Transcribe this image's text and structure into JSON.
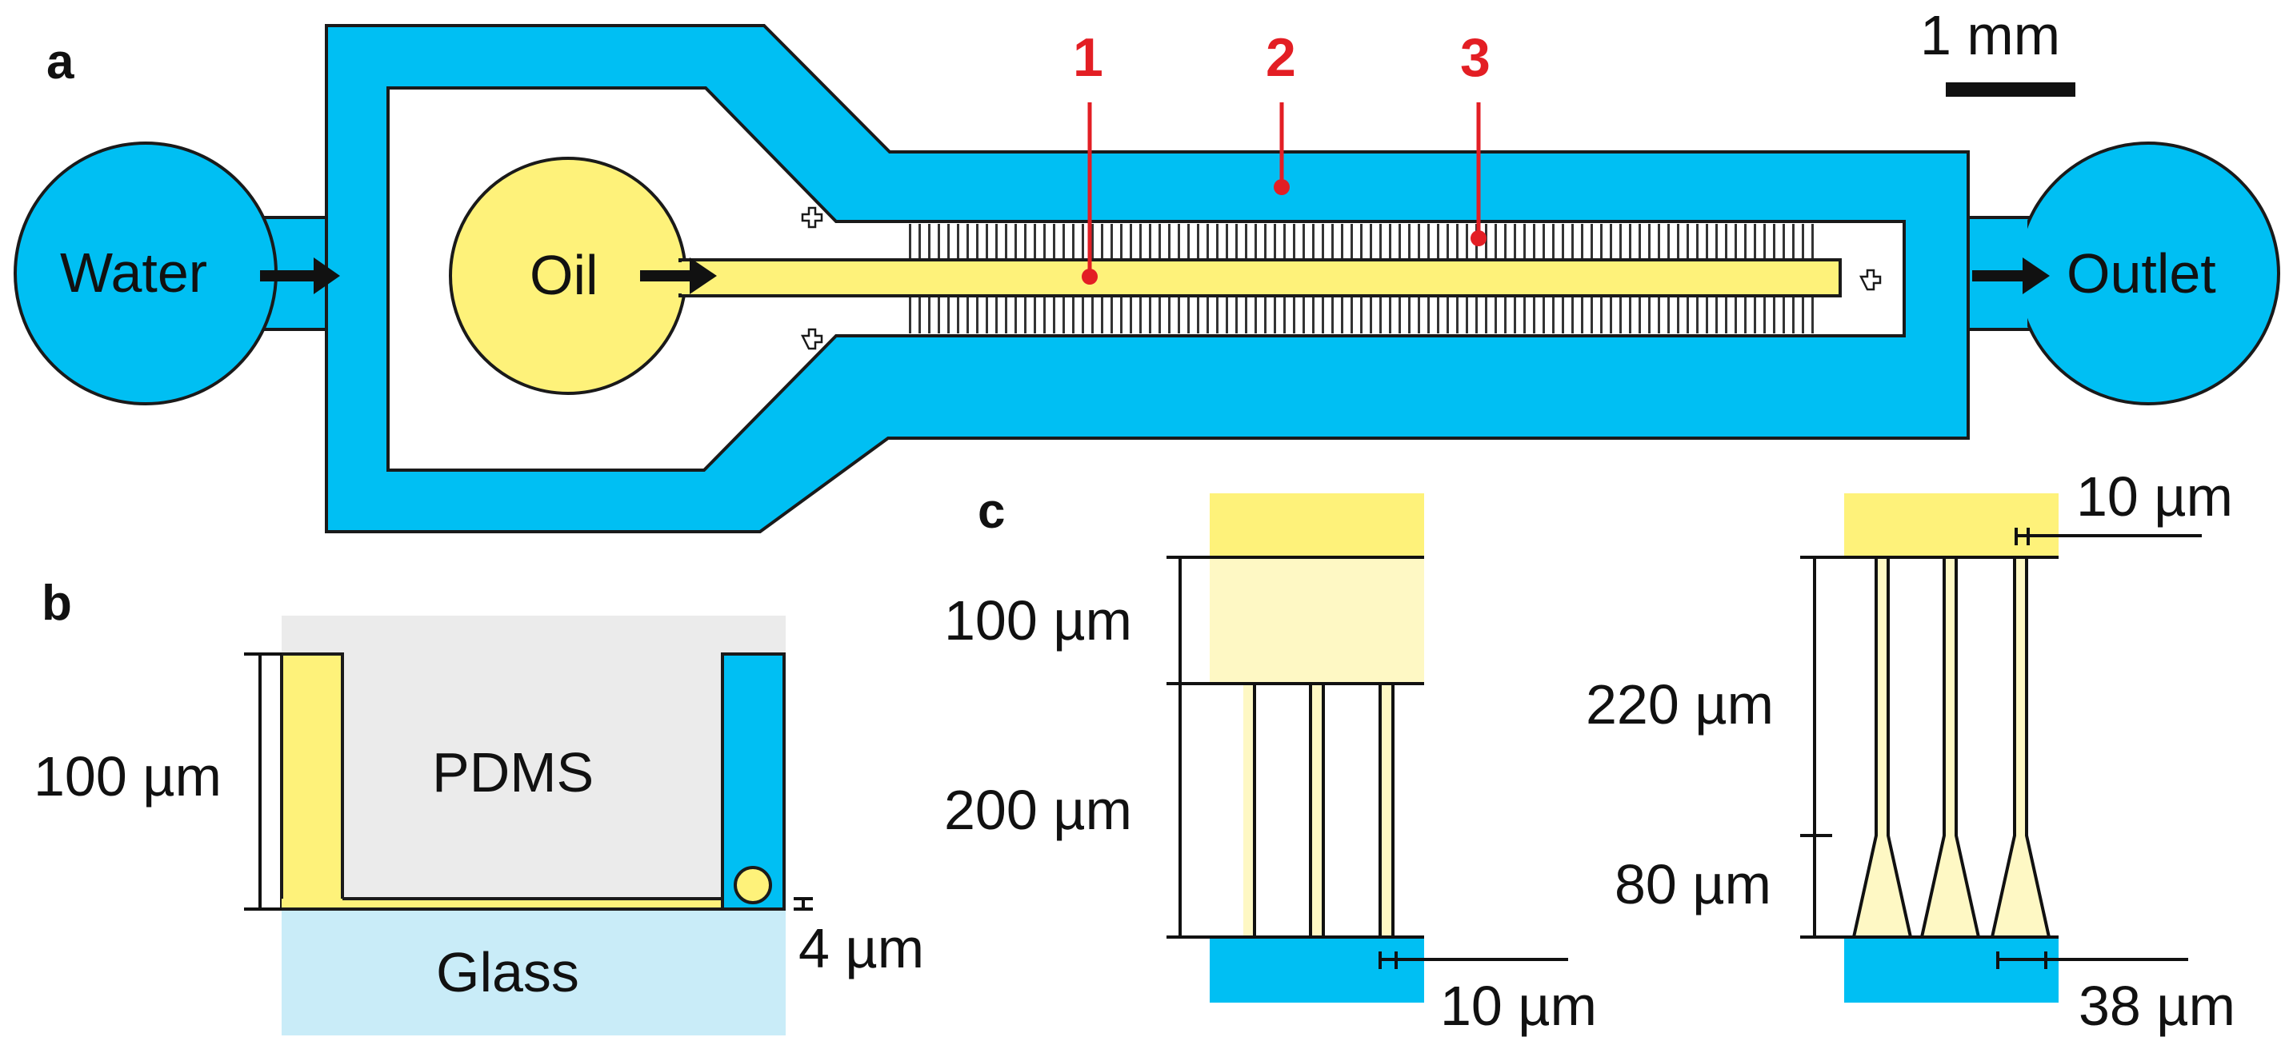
{
  "panel_labels": {
    "a": "a",
    "b": "b",
    "c": "c"
  },
  "panel_a": {
    "water_label": "Water",
    "oil_label": "Oil",
    "outlet_label": "Outlet",
    "scale_label": "1 mm",
    "markers": [
      "1",
      "2",
      "3"
    ]
  },
  "panel_b": {
    "pdms_label": "PDMS",
    "glass_label": "Glass",
    "height_label": "100 µm",
    "gap_label": "4 µm"
  },
  "panel_c": {
    "left": {
      "top_label": "100 µm",
      "mid_label": "200 µm",
      "width_label": "10 µm"
    },
    "right": {
      "top_label": "10 µm",
      "mid_label": "220 µm",
      "low_label": "80 µm",
      "width_label": "38 µm"
    }
  },
  "colors": {
    "water": "#00bff3",
    "oil": "#fef27a",
    "oil_light": "#fef8c4",
    "pdms": "#ebebeb",
    "glass": "#c9ecf8",
    "marker": "#e31e24"
  }
}
